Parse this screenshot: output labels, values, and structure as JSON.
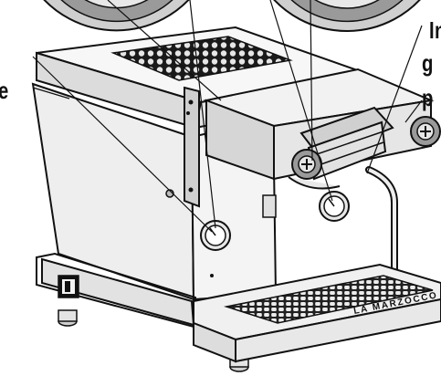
{
  "labels": {
    "right_line_1": "In",
    "right_line_2": "g",
    "right_line_3": "p",
    "left_line_1": "e"
  },
  "brand": {
    "logo_text": "LA MARZOCCO"
  },
  "colors": {
    "ink": "#111111",
    "paper": "#ffffff",
    "steel_light": "#f2f2f2",
    "steel_mid": "#d9d9d9",
    "steel_dark": "#b0b0b0"
  }
}
